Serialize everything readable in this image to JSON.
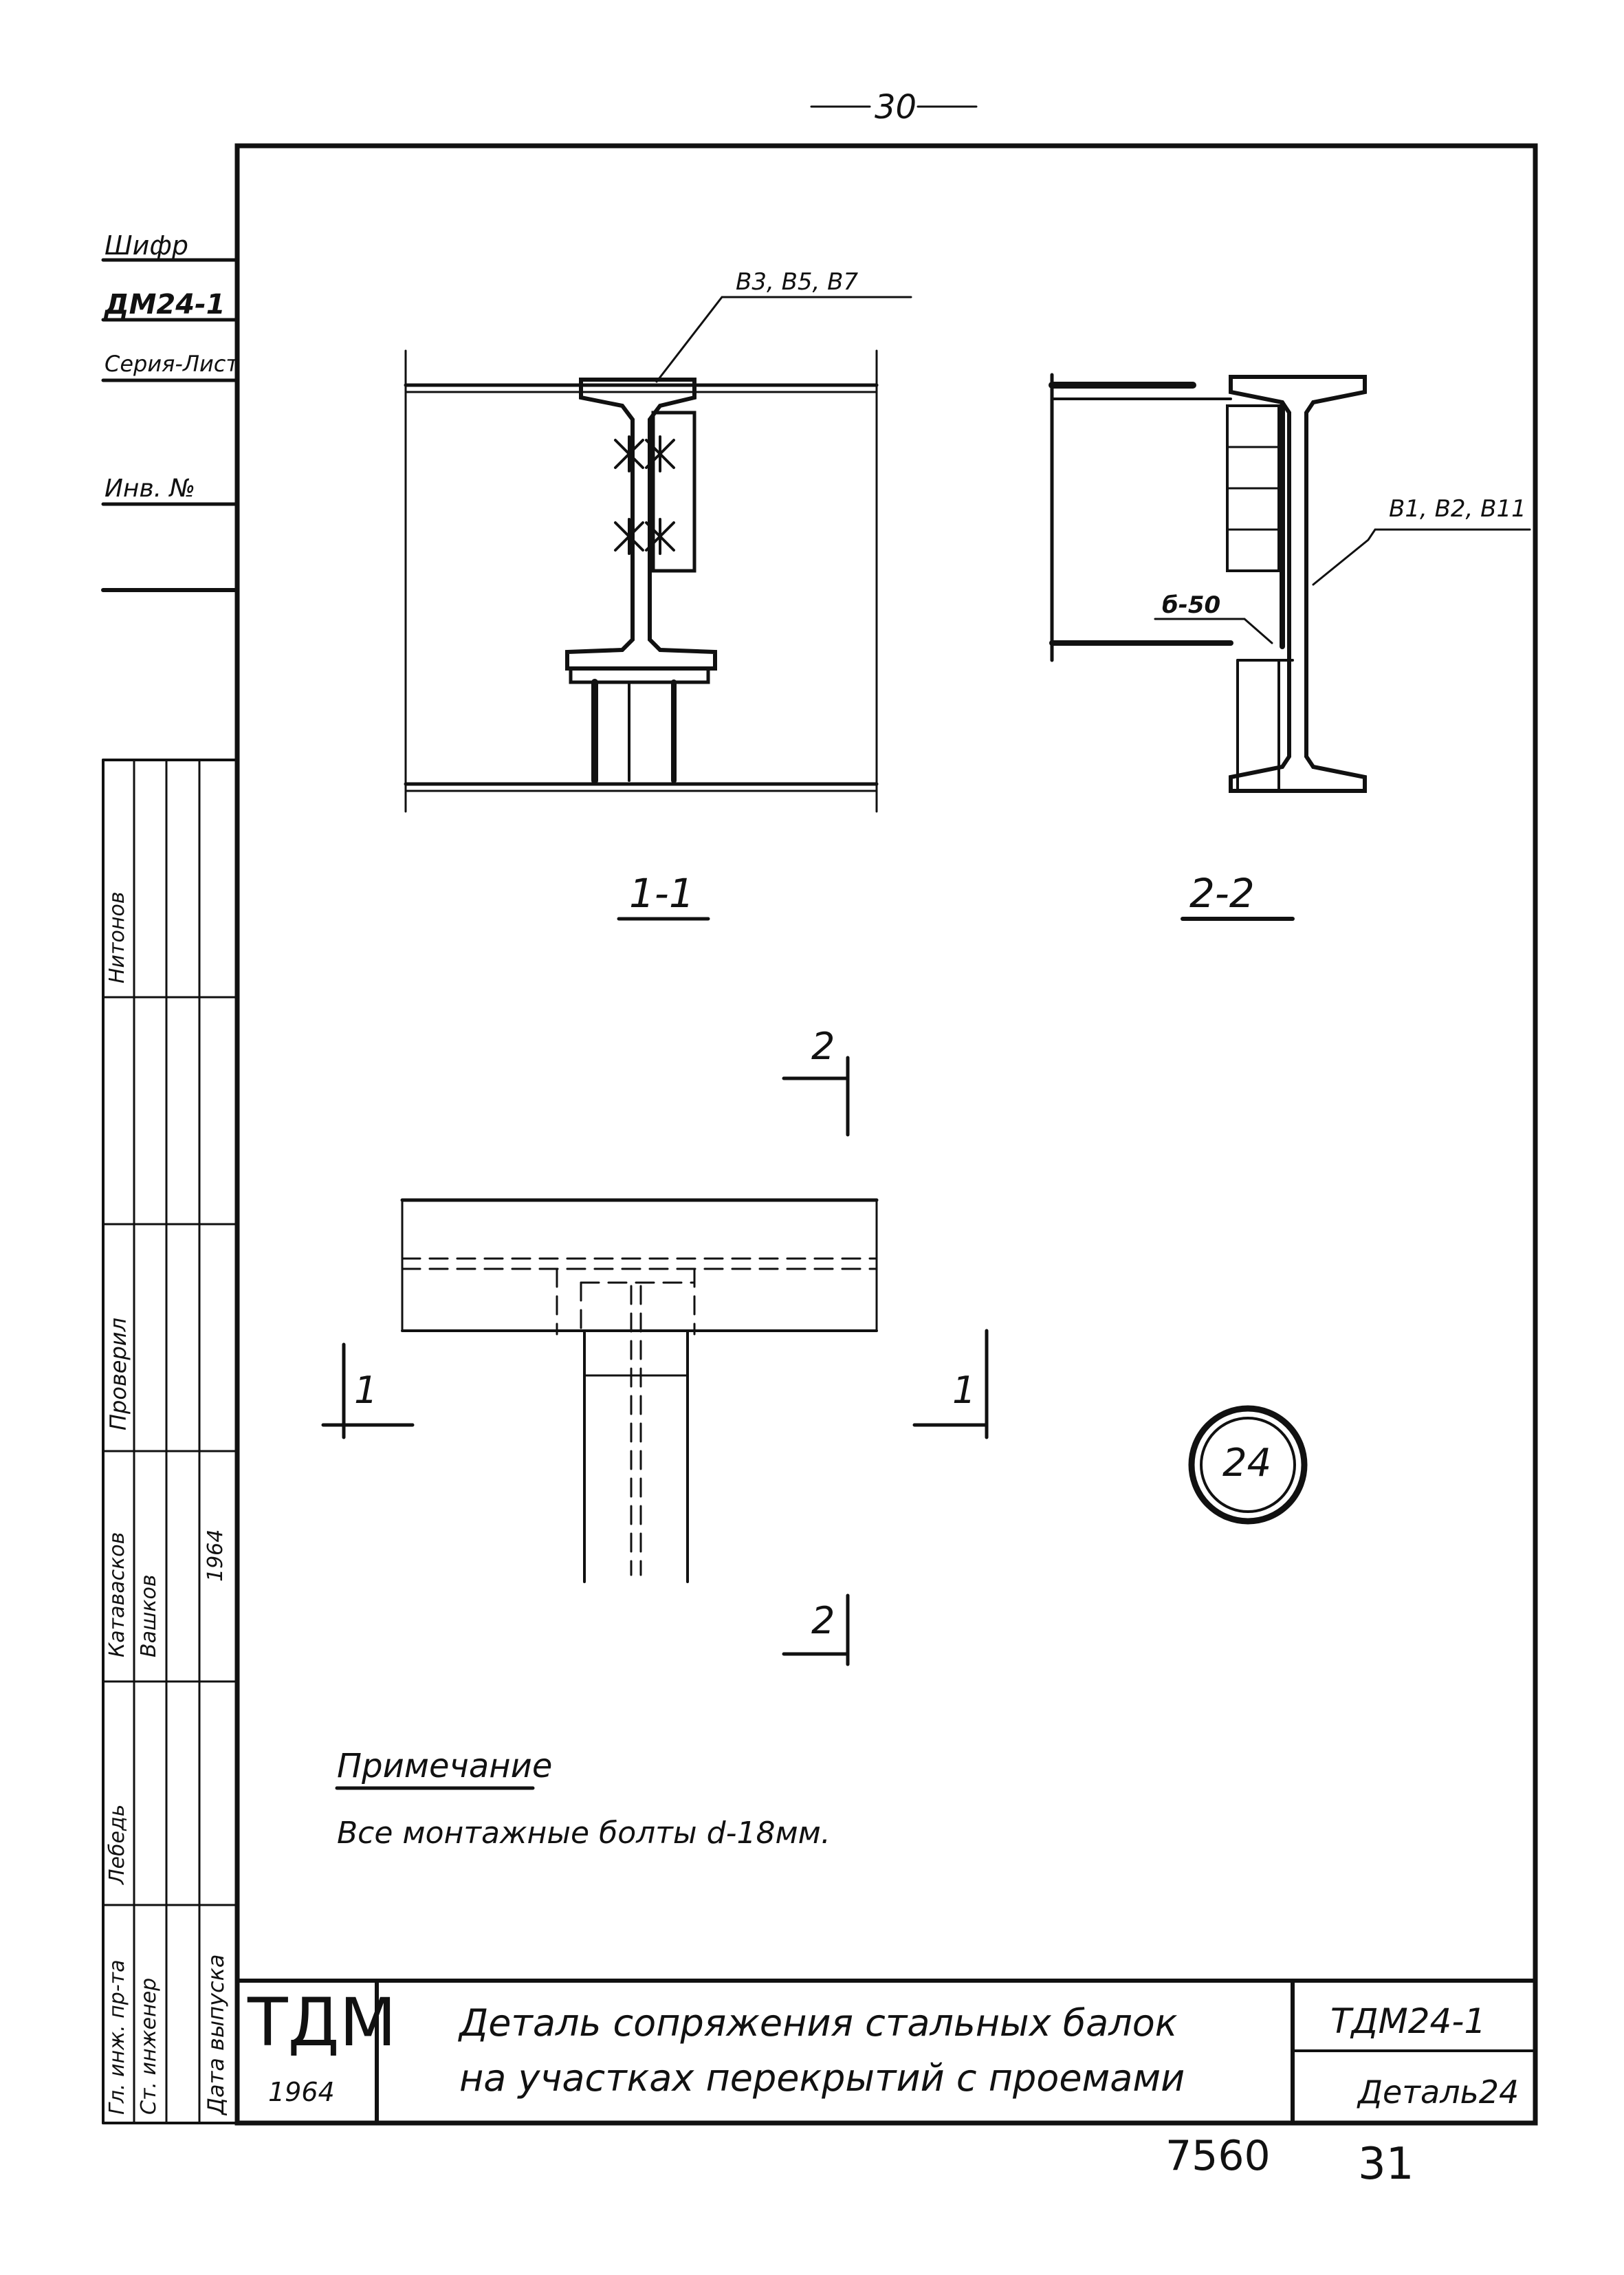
{
  "page_number_top": "30",
  "left_stamp": {
    "line1": "Шифр",
    "line2": "ДМ24-1",
    "line3": "Серия-Лист",
    "line4": "Инв. №"
  },
  "section_labels": {
    "s11_bolts": "В3, В5, В7",
    "s22_bolts": "В1, В2, В11",
    "s22_plate": "б-50",
    "caption_11": "1-1",
    "caption_22": "2-2",
    "plan_mark_2_top": "2",
    "plan_mark_2_bottom": "2",
    "plan_mark_1_left": "1",
    "plan_mark_1_right": "1"
  },
  "detail_number": "24",
  "note": {
    "title": "Примечание",
    "text": "Все монтажные болты d-18мм."
  },
  "side_block": {
    "col1": [
      "Гл. инж. пр-та",
      "Ст. инженер",
      "Дата выпуска"
    ],
    "col2": [
      "Лебедь",
      "Вашков",
      "Проверил",
      "Катавасков",
      "Нитонов"
    ],
    "year_vertical": "1964"
  },
  "title_block": {
    "logo": "ТДМ",
    "year": "1964",
    "title_line1": "Деталь сопряжения стальных балок",
    "title_line2": "на участках перекрытий с проемами",
    "code": "ТДМ24-1",
    "sheet": "Деталь24"
  },
  "bottom_numbers": {
    "left": "7560",
    "right": "31"
  }
}
